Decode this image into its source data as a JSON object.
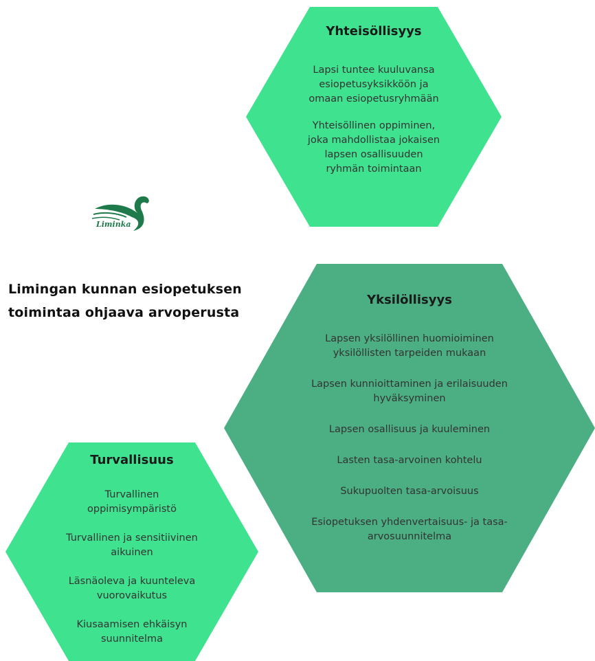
{
  "colors": {
    "light_green": "#3fe28f",
    "dark_green": "#4caf83",
    "logo_green": "#1e7a4a"
  },
  "logo": {
    "text": "Liminka"
  },
  "heading": "Limingan kunnan esiopetuksen\ntoimintaa ohjaava arvoperusta",
  "hexagons": {
    "top": {
      "title": "Yhteisöllisyys",
      "items": [
        "Lapsi tuntee kuuluvansa\nesiopetusyksikköön ja\nomaan esiopetusryhmään",
        "Yhteisöllinen oppiminen,\njoka mahdollistaa jokaisen\nlapsen osallisuuden\nryhmän toimintaan"
      ]
    },
    "right": {
      "title": "Yksilöllisyys",
      "items": [
        "Lapsen yksilöllinen huomioiminen\nyksilöllisten tarpeiden mukaan",
        "Lapsen kunnioittaminen ja erilaisuuden\nhyväksyminen",
        "Lapsen osallisuus ja kuuleminen",
        "Lasten tasa-arvoinen kohtelu",
        "Sukupuolten tasa-arvoisuus",
        "Esiopetuksen yhdenvertaisuus- ja tasa-\narvosuunnitelma"
      ]
    },
    "bottom": {
      "title": "Turvallisuus",
      "items": [
        "Turvallinen\noppimisympäristö",
        "Turvallinen ja sensitiivinen\naikuinen",
        "Läsnäoleva ja kuunteleva\nvuorovaikutus",
        "Kiusaamisen ehkäisyn\nsuunnitelma"
      ]
    }
  }
}
